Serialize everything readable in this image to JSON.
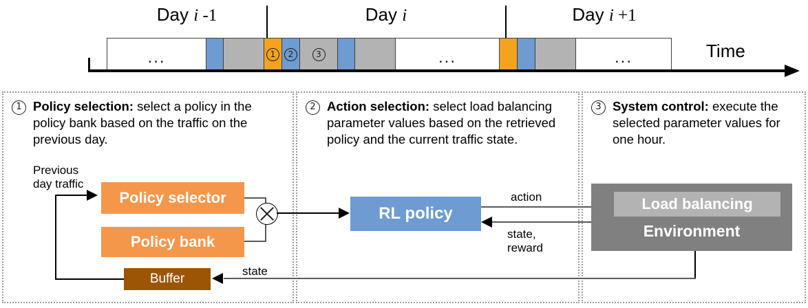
{
  "timeline": {
    "days": [
      {
        "prefix": "Day",
        "var": "i",
        "suffix": "-1",
        "label": "Day i -1"
      },
      {
        "prefix": "Day",
        "var": "i",
        "suffix": "",
        "label": "Day i"
      },
      {
        "prefix": "Day",
        "var": "i",
        "suffix": "+1",
        "label": "Day i +1"
      }
    ],
    "axis_label": "Time",
    "ellipsis": "...",
    "blocks": [
      {
        "color": "#ffffff",
        "label": "...",
        "kind": "ellipsis",
        "width": 145
      },
      {
        "color": "#6E9BD1",
        "label": "",
        "kind": "plain",
        "width": 26
      },
      {
        "color": "#B3B3B3",
        "label": "",
        "kind": "plain",
        "width": 60
      },
      {
        "color": "#F5A31E",
        "label": "1",
        "kind": "step",
        "width": 27
      },
      {
        "color": "#6E9BD1",
        "label": "2",
        "kind": "step",
        "width": 27
      },
      {
        "color": "#B3B3B3",
        "label": "3",
        "kind": "step",
        "width": 56
      },
      {
        "color": "#6E9BD1",
        "label": "",
        "kind": "plain",
        "width": 26
      },
      {
        "color": "#B3B3B3",
        "label": "",
        "kind": "plain",
        "width": 60
      },
      {
        "color": "#ffffff",
        "label": "...",
        "kind": "ellipsis",
        "width": 152
      },
      {
        "color": "#F5A31E",
        "label": "",
        "kind": "plain",
        "width": 27
      },
      {
        "color": "#6E9BD1",
        "label": "",
        "kind": "plain",
        "width": 27
      },
      {
        "color": "#B3B3B3",
        "label": "",
        "kind": "plain",
        "width": 60
      },
      {
        "color": "#ffffff",
        "label": "...",
        "kind": "ellipsis",
        "width": 140
      }
    ]
  },
  "panels": [
    {
      "number": "1",
      "title": "Policy selection:",
      "body": " select a policy in the policy bank based on the traffic on the previous day."
    },
    {
      "number": "2",
      "title": "Action selection:",
      "body": " select load balancing parameter values based on the retrieved policy and the current traffic state."
    },
    {
      "number": "3",
      "title": "System control:",
      "body": " execute the selected parameter values for one hour."
    }
  ],
  "diagram": {
    "policy_selector": "Policy selector",
    "policy_bank": "Policy bank",
    "buffer": "Buffer",
    "rl_policy": "RL policy",
    "load_balancing": "Load balancing",
    "environment": "Environment",
    "previous_day_traffic": "Previous\nday traffic",
    "state_bottom": "state",
    "action": "action",
    "state_reward": "state,\nreward",
    "multiply_symbol": "X"
  },
  "colors": {
    "orange_block": "#F5A31E",
    "blue_block": "#6E9BD1",
    "gray_block": "#B3B3B3",
    "policy_orange": "#F5974B",
    "buffer_brown": "#9C5405",
    "rl_blue": "#6E9BD1",
    "env_gray": "#808080",
    "lb_gray": "#B3B3B3",
    "panel_border": "#9A9A9A",
    "connector": "#595959"
  }
}
